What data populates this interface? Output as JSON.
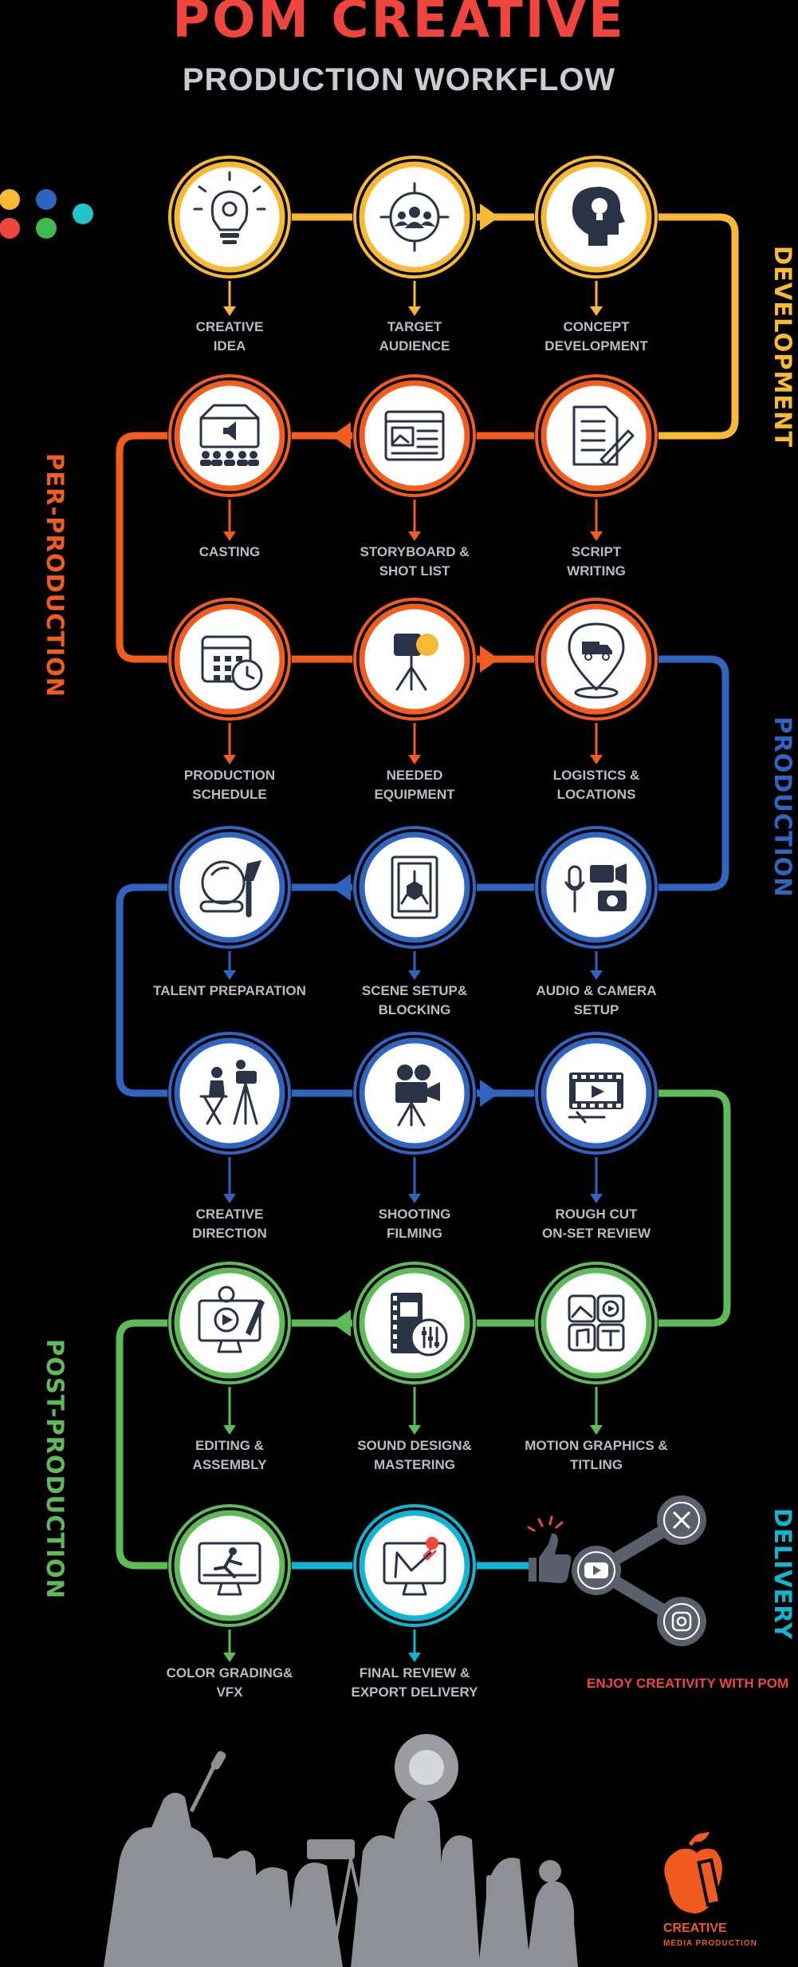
{
  "title": "POM CREATIVE",
  "subtitle": "PRODUCTION WORKFLOW",
  "stages": {
    "development": "DEVELOPMENT",
    "pre_production": "PER-PRODUCTION",
    "production": "PRODUCTION",
    "post_production": "POST-PRODUCTION",
    "delivery": "DELIVERY"
  },
  "steps": [
    {
      "label": "CREATIVE\nIDEA",
      "icon": "lightbulb-gear-icon"
    },
    {
      "label": "TARGET\nAUDIENCE",
      "icon": "audience-target-icon"
    },
    {
      "label": "CONCEPT\nDEVELOPMENT",
      "icon": "head-idea-icon"
    },
    {
      "label": "CASTING",
      "icon": "casting-stage-icon"
    },
    {
      "label": "STORYBOARD &\nSHOT LIST",
      "icon": "storyboard-icon"
    },
    {
      "label": "SCRIPT\nWRITING",
      "icon": "script-document-icon"
    },
    {
      "label": "PRODUCTION\nSCHEDULE",
      "icon": "calendar-clock-icon"
    },
    {
      "label": "NEEDED\nEQUIPMENT",
      "icon": "studio-light-icon"
    },
    {
      "label": "LOGISTICS &\nLOCATIONS",
      "icon": "location-truck-icon"
    },
    {
      "label": "TALENT PREPARATION",
      "icon": "makeup-mirror-icon"
    },
    {
      "label": "SCENE SETUP&\nBLOCKING",
      "icon": "scene-block-icon"
    },
    {
      "label": "AUDIO & CAMERA\nSETUP",
      "icon": "mic-camera-icon"
    },
    {
      "label": "CREATIVE\nDIRECTION",
      "icon": "director-chair-icon"
    },
    {
      "label": "SHOOTING\nFILMING",
      "icon": "film-camera-icon"
    },
    {
      "label": "ROUGH CUT\nON-SET REVIEW",
      "icon": "film-play-icon"
    },
    {
      "label": "EDITING &\nASSEMBLY",
      "icon": "monitor-edit-icon"
    },
    {
      "label": "SOUND DESIGN&\nMASTERING",
      "icon": "sound-mixer-icon"
    },
    {
      "label": "MOTION GRAPHICS &\nTITLING",
      "icon": "media-grid-icon"
    },
    {
      "label": "COLOR GRADING&\nVFX",
      "icon": "color-grading-icon"
    },
    {
      "label": "FINAL REVIEW &\nEXPORT DELIVERY",
      "icon": "final-review-icon"
    }
  ],
  "delivery_icons": [
    "like-icon",
    "youtube-icon",
    "x-icon",
    "instagram-icon"
  ],
  "tagline": "ENJOY CREATIVITY WITH POM",
  "brand": {
    "name": "CREATIVE",
    "sub": "MEDIA PRODUCTION"
  },
  "colors": {
    "title": "#f0453d",
    "development": "#f8b935",
    "pre_production": "#f25c1d",
    "production": "#2f64c0",
    "post_production": "#5ebc58",
    "delivery": "#10b6d1",
    "icon_ink": "#2b3446",
    "label": "#b8bcc4"
  }
}
